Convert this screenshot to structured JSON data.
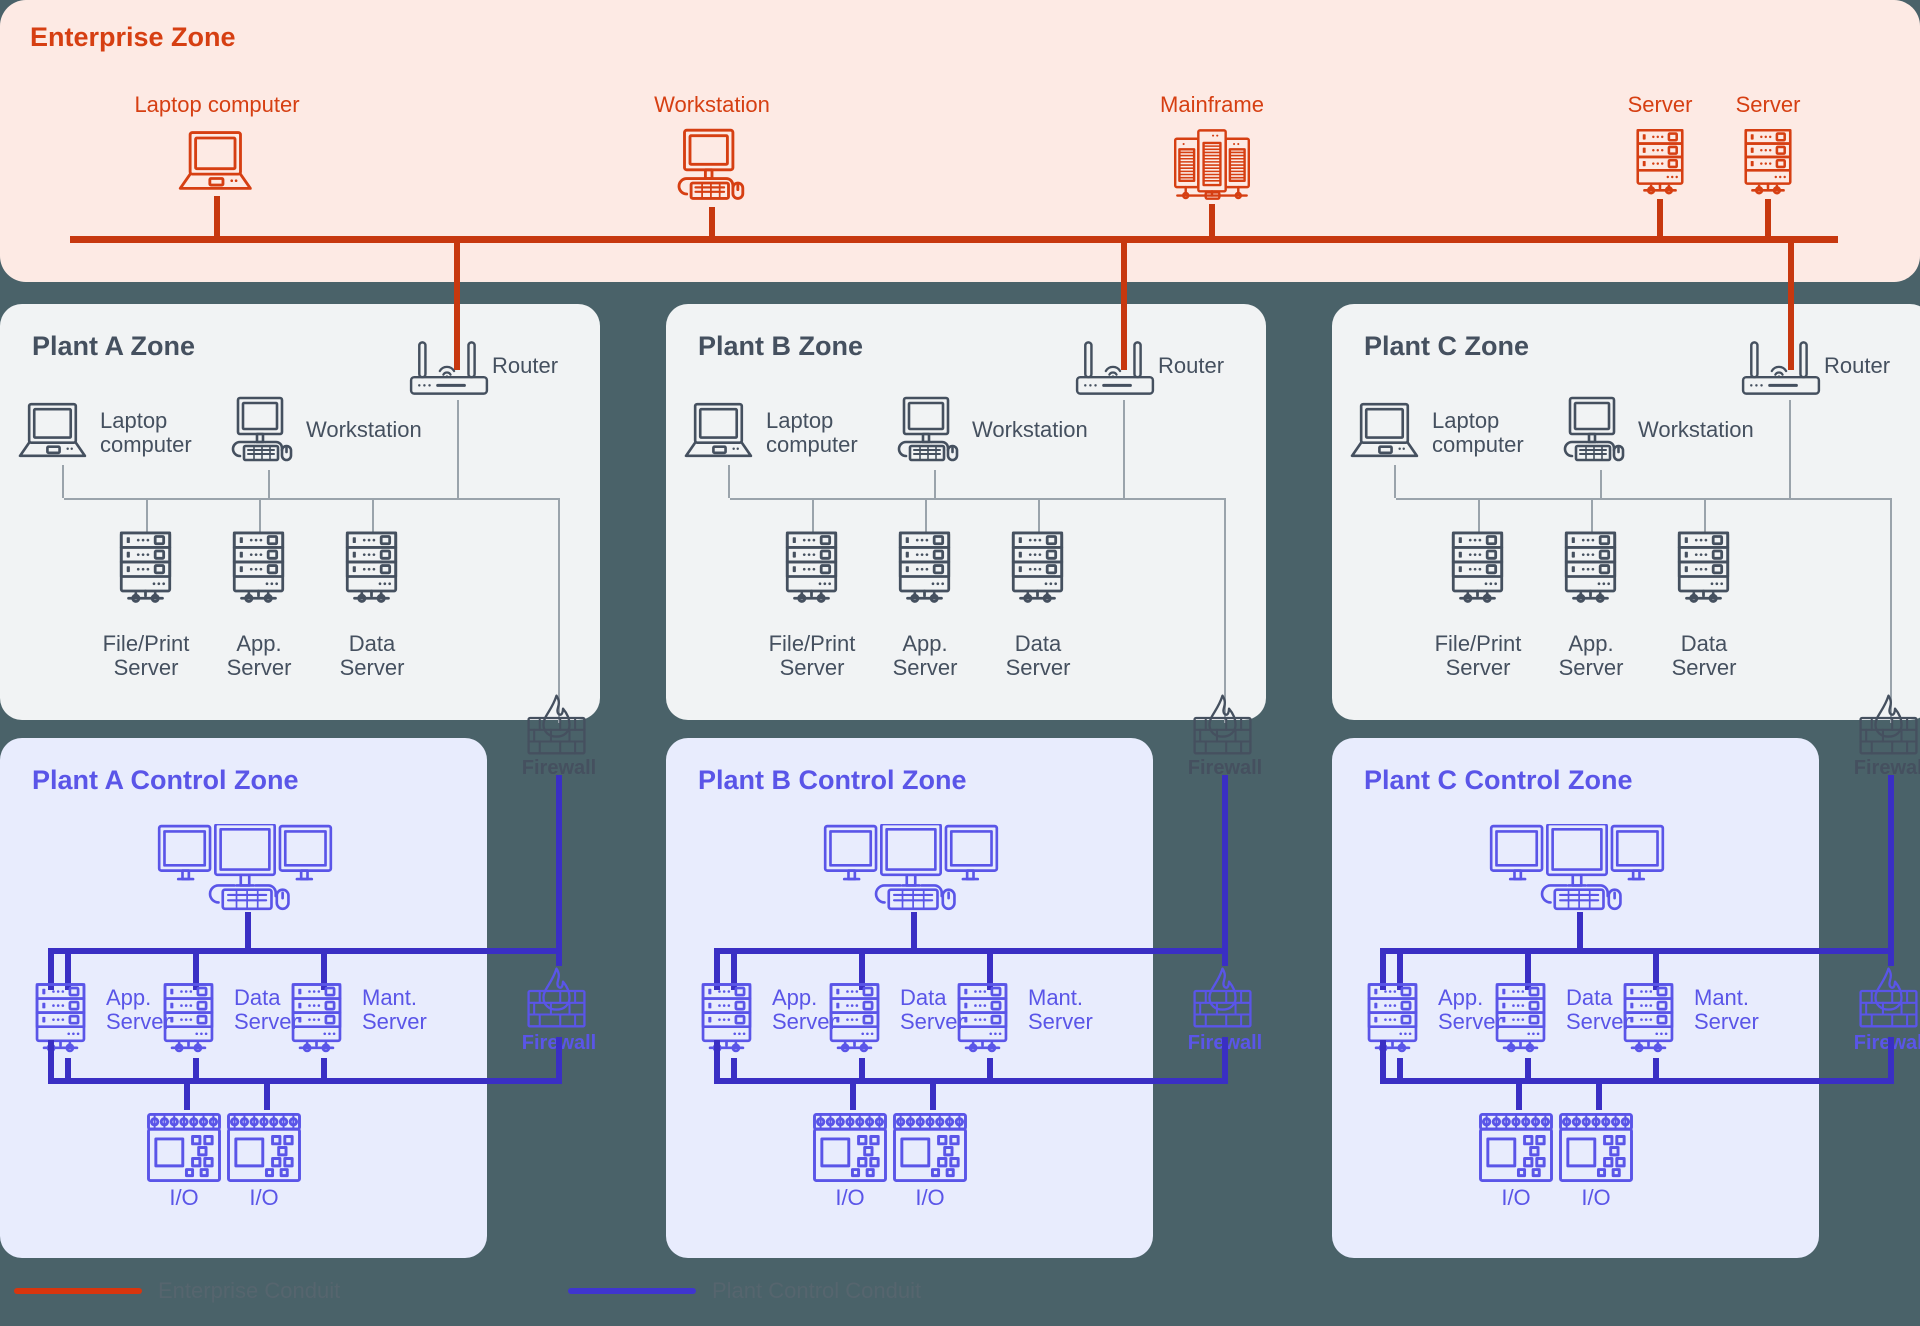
{
  "enterprise": {
    "title": "Enterprise Zone",
    "color": "#d63f12",
    "nodes": [
      {
        "label": "Laptop computer",
        "icon": "laptop-icon"
      },
      {
        "label": "Workstation",
        "icon": "workstation-icon"
      },
      {
        "label": "Mainframe",
        "icon": "mainframe-icon"
      },
      {
        "label": "Server",
        "icon": "server-rack-icon"
      },
      {
        "label": "Server",
        "icon": "server-rack-icon"
      }
    ]
  },
  "plant_zones": [
    {
      "title": "Plant A Zone",
      "router_label": "Router",
      "laptop_label": "Laptop\ncomputer",
      "workstation_label": "Workstation",
      "servers": [
        {
          "label": "File/Print\nServer",
          "icon": "server-rack-icon"
        },
        {
          "label": "App.\nServer",
          "icon": "server-rack-icon"
        },
        {
          "label": "Data\nServer",
          "icon": "server-rack-icon"
        }
      ],
      "firewall_label": "Firewall"
    },
    {
      "title": "Plant B Zone",
      "router_label": "Router",
      "laptop_label": "Laptop\ncomputer",
      "workstation_label": "Workstation",
      "servers": [
        {
          "label": "File/Print\nServer",
          "icon": "server-rack-icon"
        },
        {
          "label": "App.\nServer",
          "icon": "server-rack-icon"
        },
        {
          "label": "Data\nServer",
          "icon": "server-rack-icon"
        }
      ],
      "firewall_label": "Firewall"
    },
    {
      "title": "Plant C Zone",
      "router_label": "Router",
      "laptop_label": "Laptop\ncomputer",
      "workstation_label": "Workstation",
      "servers": [
        {
          "label": "File/Print\nServer",
          "icon": "server-rack-icon"
        },
        {
          "label": "App.\nServer",
          "icon": "server-rack-icon"
        },
        {
          "label": "Data\nServer",
          "icon": "server-rack-icon"
        }
      ],
      "firewall_label": "Firewall"
    }
  ],
  "control_zones": [
    {
      "title": "Plant A Control Zone",
      "hmi_icon": "triple-monitor-console-icon",
      "servers": [
        {
          "label": "App.\nServer",
          "icon": "server-rack-icon"
        },
        {
          "label": "Data\nServer",
          "icon": "server-rack-icon"
        },
        {
          "label": "Mant.\nServer",
          "icon": "server-rack-icon"
        }
      ],
      "io_devices": [
        {
          "label": "I/O"
        },
        {
          "label": "I/O"
        }
      ],
      "firewall_label": "Firewall"
    },
    {
      "title": "Plant B Control Zone",
      "hmi_icon": "triple-monitor-console-icon",
      "servers": [
        {
          "label": "App.\nServer",
          "icon": "server-rack-icon"
        },
        {
          "label": "Data\nServer",
          "icon": "server-rack-icon"
        },
        {
          "label": "Mant.\nServer",
          "icon": "server-rack-icon"
        }
      ],
      "io_devices": [
        {
          "label": "I/O"
        },
        {
          "label": "I/O"
        }
      ],
      "firewall_label": "Firewall"
    },
    {
      "title": "Plant C Control Zone",
      "hmi_icon": "triple-monitor-console-icon",
      "servers": [
        {
          "label": "App.\nServer",
          "icon": "server-rack-icon"
        },
        {
          "label": "Data\nServer",
          "icon": "server-rack-icon"
        },
        {
          "label": "Mant.\nServer",
          "icon": "server-rack-icon"
        }
      ],
      "io_devices": [
        {
          "label": "I/O"
        },
        {
          "label": "I/O"
        }
      ],
      "firewall_label": "Firewall"
    }
  ],
  "legend": {
    "items": [
      {
        "label": "Enterprise Conduit",
        "color": "#d8350e"
      },
      {
        "label": "Plant Control Conduit",
        "color": "#3f35cf"
      }
    ]
  },
  "colors": {
    "background": "#4a6269",
    "enterprise_panel": "#fdeae4",
    "enterprise_accent": "#d63f12",
    "plant_panel": "#f1f3f4",
    "plant_accent": "#45505f",
    "control_panel": "#e8ecfd",
    "control_accent": "#5a55e8",
    "enterprise_conduit": "#c7380f",
    "plant_conduit": "#9aa3ab",
    "control_conduit": "#3a2fc4"
  }
}
